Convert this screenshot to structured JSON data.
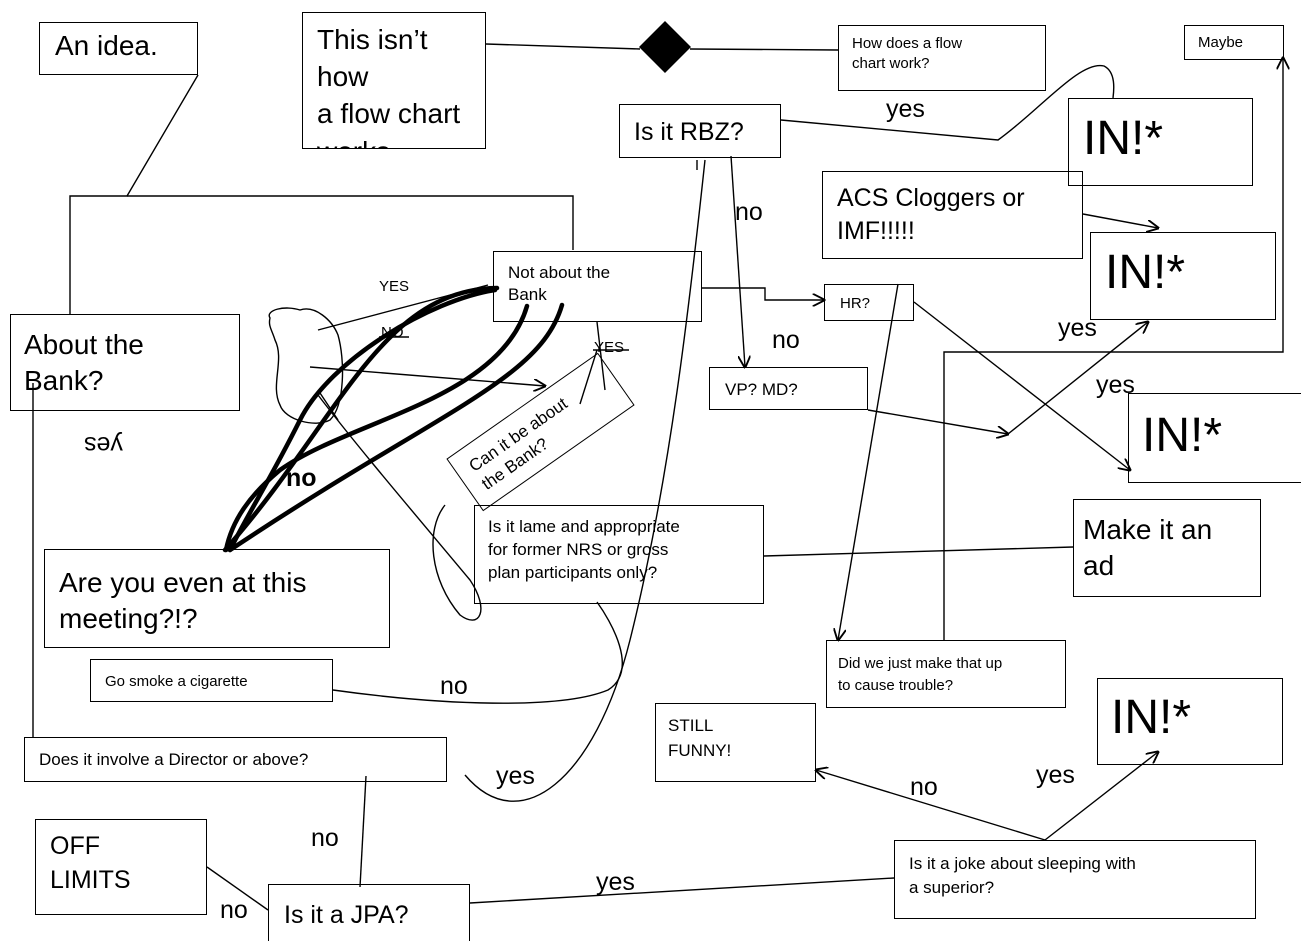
{
  "nodes": {
    "idea": "An idea.",
    "not_how": "This isn’t how\na flow chart\nworks",
    "how_does": "How does a flow\nchart work?",
    "maybe": "Maybe",
    "rbz": "Is it RBZ?",
    "in1": "IN!*",
    "acs": "ACS Cloggers or\nIMF!!!!!",
    "in2": "IN!*",
    "not_about_bank": "Not about the\nBank",
    "hr": "HR?",
    "about_bank": "About the\nBank?",
    "vp_md": "VP? MD?",
    "in3": "IN!*",
    "can_it_be": "Can it be about\nthe Bank?",
    "lame": "Is it lame and appropriate\nfor former NRS or gross\nplan participants only?",
    "make_ad": "Make it an\nad",
    "at_meeting": "Are you even at this\nmeeting?!?",
    "smoke": "Go smoke a cigarette",
    "made_up": "Did we just make that up\nto cause trouble?",
    "in4": "IN!*",
    "still_funny": "STILL\nFUNNY!",
    "director": "Does it involve a Director or above?",
    "off_limits": "OFF\nLIMITS",
    "jpa": "Is it a JPA?",
    "joke": "Is it a joke about sleeping with\na superior?"
  },
  "labels": {
    "yes_rbz": "yes",
    "no_rbz": "no",
    "yes_upper": "YES",
    "no_struck": "NO",
    "yes_struck": "YES",
    "no_vp": "no",
    "yes_in2": "yes",
    "yes_in3": "yes",
    "yes_flipped": "yes",
    "no_bold": "no",
    "no_smoke": "no",
    "yes_director": "yes",
    "no_still": "no",
    "yes_in4": "yes",
    "no_jpa_top": "no",
    "no_off": "no",
    "yes_jpa": "yes"
  }
}
